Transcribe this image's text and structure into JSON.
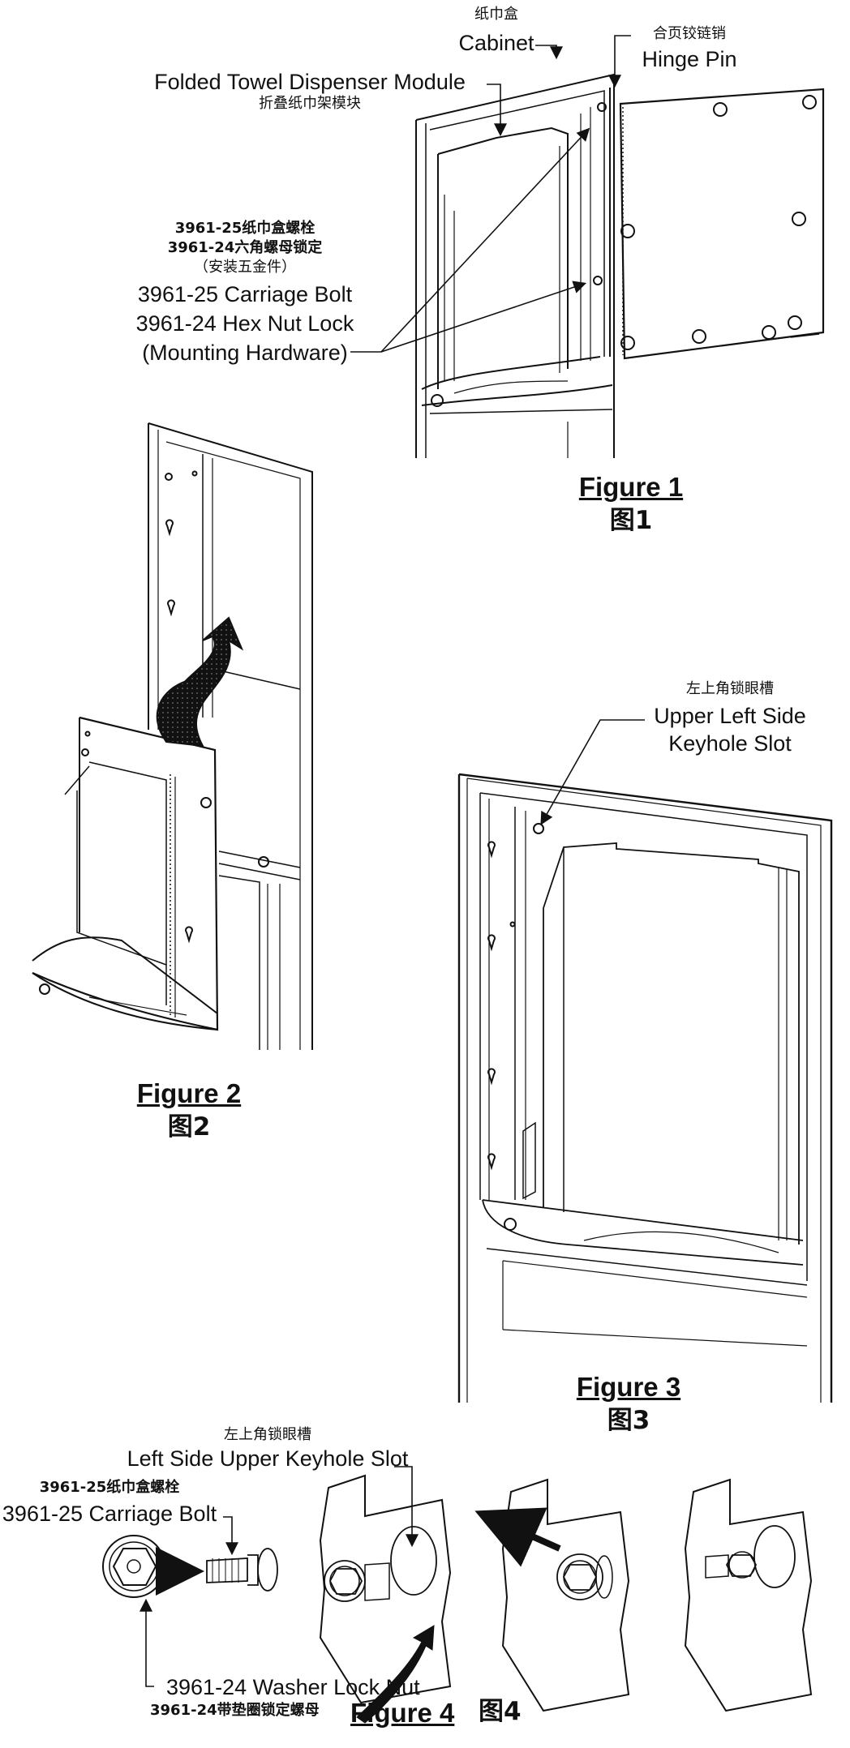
{
  "figure1": {
    "caption_en": "Figure 1",
    "caption_zh": "图1",
    "cabinet_zh": "纸巾盒",
    "cabinet_en": "Cabinet",
    "hinge_zh": "合页铰链销",
    "hinge_en": "Hinge Pin",
    "module_en": "Folded Towel Dispenser Module",
    "module_zh": "折叠纸巾架模块",
    "hardware_zh_1": "3961-25纸巾盒螺栓",
    "hardware_zh_2": "3961-24六角螺母锁定",
    "hardware_zh_3": "（安装五金件）",
    "hardware_en_1": "3961-25 Carriage Bolt",
    "hardware_en_2": "3961-24 Hex Nut Lock",
    "hardware_en_3": "(Mounting Hardware)"
  },
  "figure2": {
    "caption_en": "Figure 2",
    "caption_zh": "图2"
  },
  "figure3": {
    "caption_en": "Figure 3",
    "caption_zh": "图3",
    "slot_zh": "左上角锁眼槽",
    "slot_en_1": "Upper Left Side",
    "slot_en_2": "Keyhole Slot"
  },
  "figure4": {
    "caption_en": "Figure 4",
    "caption_zh": "图4",
    "slot_zh": "左上角锁眼槽",
    "slot_en": "Left Side Upper Keyhole Slot",
    "bolt_zh": "3961-25纸巾盒螺栓",
    "bolt_en": "3961-25 Carriage Bolt",
    "nut_en": "3961-24 Washer Lock Nut",
    "nut_zh": "3961-24带垫圈锁定螺母"
  }
}
